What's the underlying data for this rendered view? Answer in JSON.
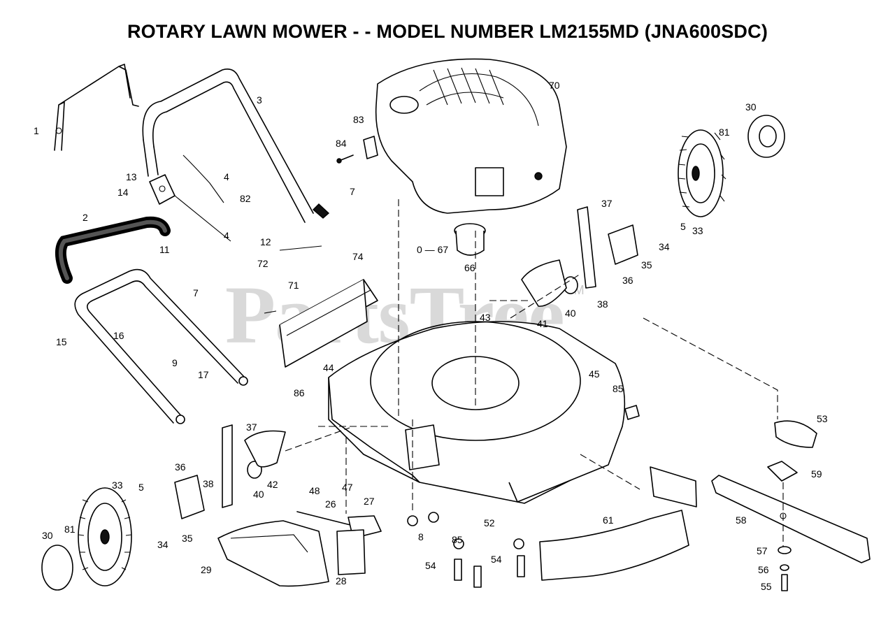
{
  "title": "ROTARY LAWN MOWER - - MODEL NUMBER LM2155MD (JNA600SDC)",
  "watermark": {
    "text": "PartsTree",
    "trademark": "TM"
  },
  "callouts": [
    {
      "id": "c1",
      "label": "1"
    },
    {
      "id": "c2",
      "label": "2"
    },
    {
      "id": "c3",
      "label": "3"
    },
    {
      "id": "c4a",
      "label": "4"
    },
    {
      "id": "c4b",
      "label": "4"
    },
    {
      "id": "c5a",
      "label": "5"
    },
    {
      "id": "c5b",
      "label": "5"
    },
    {
      "id": "c7a",
      "label": "7"
    },
    {
      "id": "c7b",
      "label": "7"
    },
    {
      "id": "c8",
      "label": "8"
    },
    {
      "id": "c9",
      "label": "9"
    },
    {
      "id": "c11",
      "label": "11"
    },
    {
      "id": "c12",
      "label": "12"
    },
    {
      "id": "c13",
      "label": "13"
    },
    {
      "id": "c14",
      "label": "14"
    },
    {
      "id": "c15",
      "label": "15"
    },
    {
      "id": "c16",
      "label": "16"
    },
    {
      "id": "c17",
      "label": "17"
    },
    {
      "id": "c26",
      "label": "26"
    },
    {
      "id": "c27",
      "label": "27"
    },
    {
      "id": "c28",
      "label": "28"
    },
    {
      "id": "c29",
      "label": "29"
    },
    {
      "id": "c30a",
      "label": "30"
    },
    {
      "id": "c30b",
      "label": "30"
    },
    {
      "id": "c33a",
      "label": "33"
    },
    {
      "id": "c33b",
      "label": "33"
    },
    {
      "id": "c34a",
      "label": "34"
    },
    {
      "id": "c34b",
      "label": "34"
    },
    {
      "id": "c35a",
      "label": "35"
    },
    {
      "id": "c35b",
      "label": "35"
    },
    {
      "id": "c36a",
      "label": "36"
    },
    {
      "id": "c36b",
      "label": "36"
    },
    {
      "id": "c37a",
      "label": "37"
    },
    {
      "id": "c37b",
      "label": "37"
    },
    {
      "id": "c38a",
      "label": "38"
    },
    {
      "id": "c38b",
      "label": "38"
    },
    {
      "id": "c40a",
      "label": "40"
    },
    {
      "id": "c40b",
      "label": "40"
    },
    {
      "id": "c41",
      "label": "41"
    },
    {
      "id": "c42",
      "label": "42"
    },
    {
      "id": "c43",
      "label": "43"
    },
    {
      "id": "c44",
      "label": "44"
    },
    {
      "id": "c45",
      "label": "45"
    },
    {
      "id": "c47",
      "label": "47"
    },
    {
      "id": "c48",
      "label": "48"
    },
    {
      "id": "c52",
      "label": "52"
    },
    {
      "id": "c53",
      "label": "53"
    },
    {
      "id": "c54a",
      "label": "54"
    },
    {
      "id": "c54b",
      "label": "54"
    },
    {
      "id": "c55",
      "label": "55"
    },
    {
      "id": "c56",
      "label": "56"
    },
    {
      "id": "c57",
      "label": "57"
    },
    {
      "id": "c58",
      "label": "58"
    },
    {
      "id": "c59",
      "label": "59"
    },
    {
      "id": "c61",
      "label": "61"
    },
    {
      "id": "c66",
      "label": "66"
    },
    {
      "id": "c67",
      "label": "0 — 67"
    },
    {
      "id": "c70",
      "label": "70"
    },
    {
      "id": "c71",
      "label": "71"
    },
    {
      "id": "c72",
      "label": "72"
    },
    {
      "id": "c74",
      "label": "74"
    },
    {
      "id": "c81a",
      "label": "81"
    },
    {
      "id": "c81b",
      "label": "81"
    },
    {
      "id": "c82",
      "label": "82"
    },
    {
      "id": "c83",
      "label": "83"
    },
    {
      "id": "c84",
      "label": "84"
    },
    {
      "id": "c85a",
      "label": "85"
    },
    {
      "id": "c85b",
      "label": "85"
    },
    {
      "id": "c86",
      "label": "86"
    }
  ]
}
